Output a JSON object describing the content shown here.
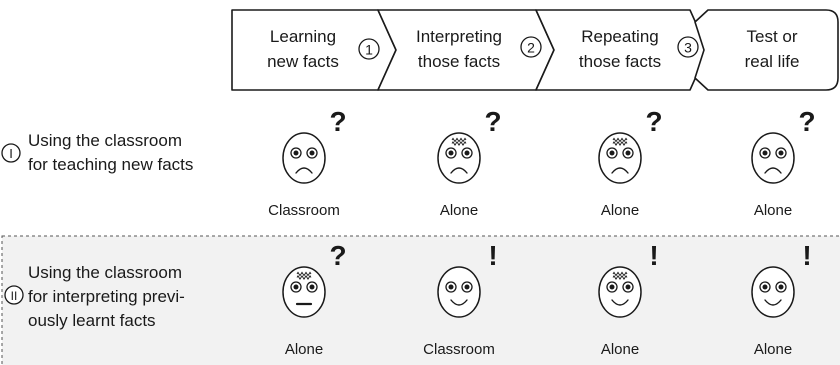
{
  "stages": [
    {
      "line1": "Learning",
      "line2": "new facts",
      "number": "1"
    },
    {
      "line1": "Interpreting",
      "line2": "those facts",
      "number": "2"
    },
    {
      "line1": "Repeating",
      "line2": "those facts",
      "number": "3"
    },
    {
      "line1": "Test or",
      "line2": "real life"
    }
  ],
  "scenarios": [
    {
      "numeral": "I",
      "lines": [
        "Using the classroom",
        "for teaching new facts"
      ],
      "faces": [
        {
          "mark": "?",
          "place": "Classroom",
          "mouth": "frown",
          "worried": false
        },
        {
          "mark": "?",
          "place": "Alone",
          "mouth": "frown",
          "worried": true
        },
        {
          "mark": "?",
          "place": "Alone",
          "mouth": "frown",
          "worried": true
        },
        {
          "mark": "?",
          "place": "Alone",
          "mouth": "frown",
          "worried": false
        }
      ]
    },
    {
      "numeral": "II",
      "lines": [
        "Using the classroom",
        "for interpreting previ-",
        "ously learnt facts"
      ],
      "faces": [
        {
          "mark": "?",
          "place": "Alone",
          "mouth": "flat",
          "worried": true
        },
        {
          "mark": "!",
          "place": "Classroom",
          "mouth": "smile",
          "worried": false
        },
        {
          "mark": "!",
          "place": "Alone",
          "mouth": "smile",
          "worried": true
        },
        {
          "mark": "!",
          "place": "Alone",
          "mouth": "smile",
          "worried": false
        }
      ]
    }
  ],
  "colors": {
    "stroke": "#1a1a1a",
    "highlight_background": "#f2f2f2",
    "dash_border": "#555555"
  }
}
